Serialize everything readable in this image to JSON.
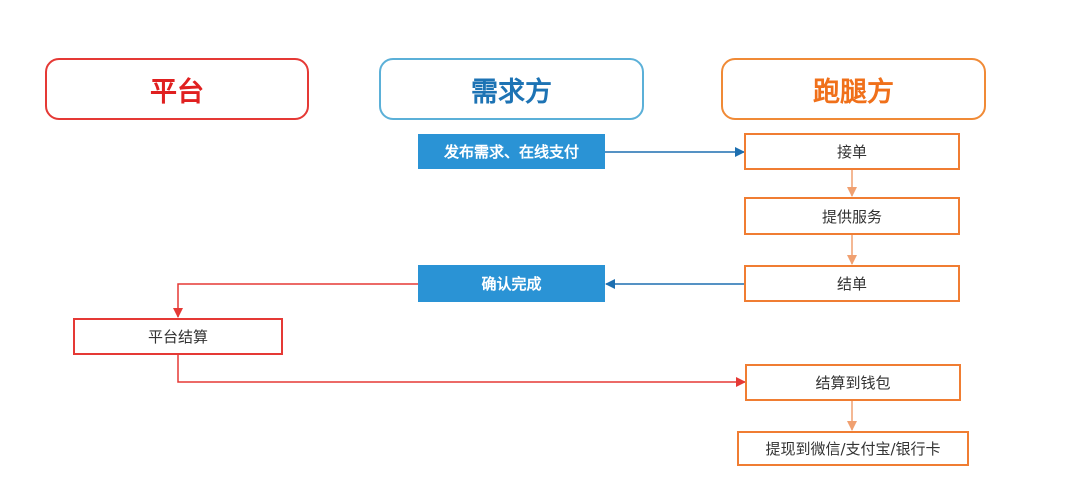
{
  "lanes": {
    "platform": "平台",
    "demand": "需求方",
    "runner": "跑腿方"
  },
  "steps": {
    "publish": "发布需求、在线支付",
    "accept": "接单",
    "provide": "提供服务",
    "finish_order": "结单",
    "confirm": "确认完成",
    "settle": "平台结算",
    "to_wallet": "结算到钱包",
    "withdraw": "提现到微信/支付宝/银行卡"
  },
  "colors": {
    "platform": "#e53935",
    "demand": "#2a93d5",
    "runner": "#f07d32"
  }
}
